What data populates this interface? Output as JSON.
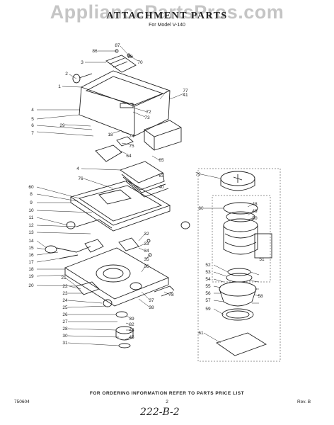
{
  "watermark": "AppliancePartsPros.com",
  "header": {
    "title": "ATTACHMENT PARTS",
    "subtitle": "For Model V-140"
  },
  "footer": {
    "code": "750604",
    "note": "FOR ORDERING INFORMATION REFER TO PARTS PRICE LIST",
    "page": "2",
    "rev": "Rev. B",
    "handwritten": "222-B-2"
  },
  "callouts": [
    "86",
    "87",
    "88",
    "70",
    "3",
    "2",
    "1",
    "77",
    "41",
    "4",
    "5",
    "6",
    "29",
    "7",
    "72",
    "73",
    "18",
    "74",
    "75",
    "64",
    "4",
    "76",
    "65",
    "63",
    "40",
    "60",
    "8",
    "9",
    "10",
    "11",
    "12",
    "13",
    "14",
    "15",
    "16",
    "17",
    "18",
    "19",
    "20",
    "21",
    "22",
    "23",
    "24",
    "25",
    "26",
    "27",
    "28",
    "30",
    "31",
    "32",
    "33",
    "34",
    "35",
    "36",
    "37",
    "38",
    "39",
    "82",
    "44",
    "45",
    "78",
    "79",
    "80",
    "48",
    "49",
    "50",
    "51",
    "52",
    "53",
    "54",
    "55",
    "56",
    "57",
    "58",
    "59",
    "61"
  ]
}
